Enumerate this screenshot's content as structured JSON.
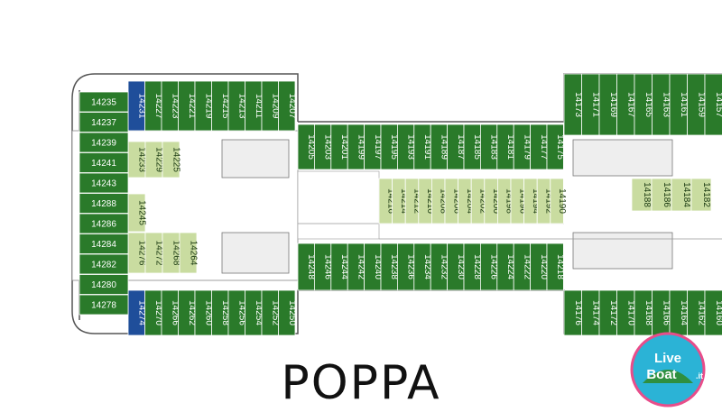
{
  "title": "POPPA",
  "logo": {
    "word1": "Live",
    "word2": "Boat",
    "suffix": ".it"
  },
  "colors": {
    "cabin_green": "#2a7a2a",
    "cabin_light": "#c9dca0",
    "cabin_blue": "#1f4e9a",
    "hull_line": "#555555",
    "corridor": "#ffffff",
    "stair_gray": "#dddddd"
  },
  "cabins": {
    "top_left_row": [
      "14231",
      "14227",
      "14223",
      "14221",
      "14219",
      "14215",
      "14213",
      "14211",
      "14209",
      "14207"
    ],
    "upper_mid_row": [
      "14205",
      "14203",
      "14201",
      "14199",
      "14197",
      "14195",
      "14193",
      "14191",
      "14189",
      "14187",
      "14185",
      "14183",
      "14181",
      "14179",
      "14177",
      "14175"
    ],
    "upper_right_row": [
      "14173",
      "14171",
      "14169",
      "14167",
      "14165",
      "14163",
      "14161",
      "14159",
      "14157"
    ],
    "inner_left_top": [
      "14233",
      "14229",
      "14225"
    ],
    "inner_center": [
      "14216",
      "14214",
      "14212",
      "14210",
      "14208",
      "14206",
      "14204",
      "14202",
      "14200",
      "14198",
      "14196",
      "14194",
      "14192",
      "14190"
    ],
    "inner_right": [
      "14188",
      "14186",
      "14184",
      "14182"
    ],
    "inner_left_middle": [
      "14245"
    ],
    "inner_left_bottom": [
      "14276",
      "14272",
      "14268",
      "14264"
    ],
    "lower_mid_row": [
      "14248",
      "14246",
      "14244",
      "14242",
      "14240",
      "14238",
      "14236",
      "14234",
      "14232",
      "14230",
      "14228",
      "14226",
      "14224",
      "14222",
      "14220",
      "14218"
    ],
    "bottom_left_row": [
      "14274",
      "14270",
      "14266",
      "14262",
      "14260",
      "14258",
      "14256",
      "14254",
      "14252",
      "14250"
    ],
    "lower_right_row": [
      "14176",
      "14174",
      "14172",
      "14170",
      "14168",
      "14166",
      "14164",
      "14162",
      "14160"
    ],
    "aft_column": [
      "14235",
      "14237",
      "14239",
      "14241",
      "14243",
      "14288",
      "14286",
      "14284",
      "14282",
      "14280",
      "14278"
    ]
  }
}
